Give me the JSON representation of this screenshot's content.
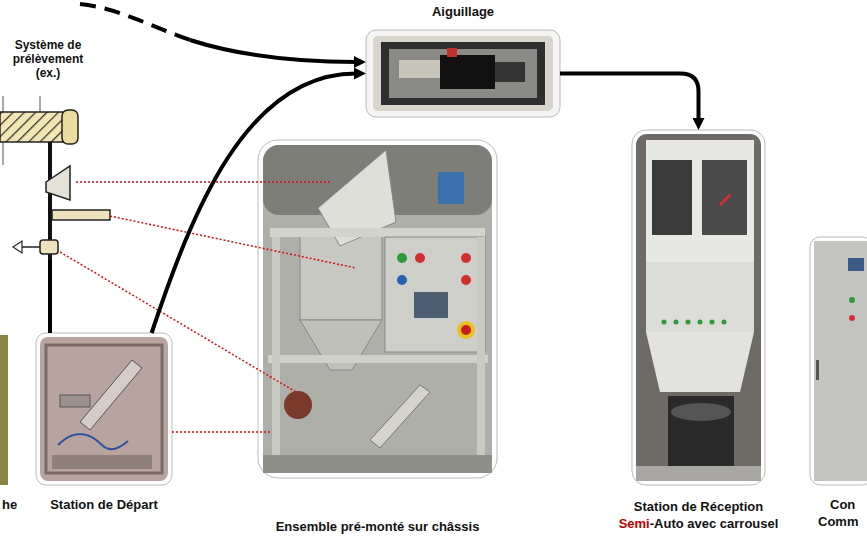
{
  "diagram": {
    "nodes": [
      {
        "text": [
          "Système de prélèvement (ex.)"
        ]
      },
      {
        "text": [
          "Aiguillage"
        ]
      },
      {
        "text": [
          "Station de Départ"
        ]
      },
      {
        "text": [
          "Ensemble pré-monté sur châssis"
        ]
      },
      {
        "text": [
          "Station de Réception",
          "Semi",
          "-Auto avec carrousel"
        ]
      },
      {
        "text": [
          "Con",
          "Comm"
        ]
      }
    ],
    "edges": [
      {
        "from": 0,
        "to": 2,
        "arrow": "none"
      },
      {
        "from": 2,
        "to": 1,
        "arrow": "to"
      },
      {
        "from": 1,
        "to": 4,
        "arrow": "to"
      }
    ],
    "labels": [
      "he"
    ]
  }
}
